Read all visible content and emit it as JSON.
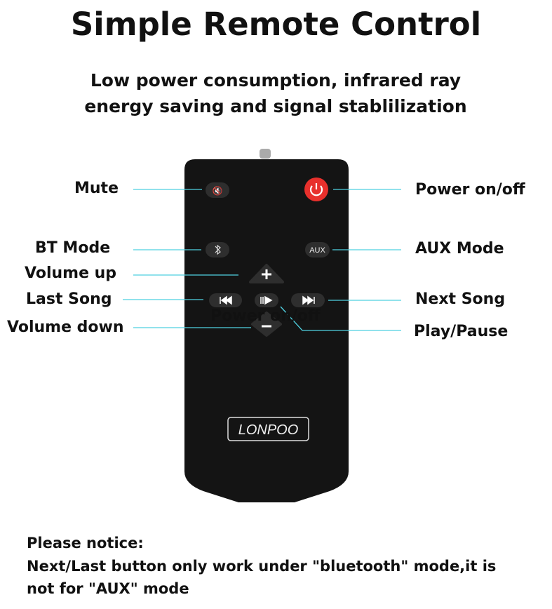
{
  "title": "Simple Remote Control",
  "subtitle": [
    "Low power consumption, infrared ray",
    "energy saving and signal stablilization"
  ],
  "labels": {
    "mute": "Mute",
    "power": "Power on/off",
    "bt": "BT Mode",
    "aux": "AUX Mode",
    "vol_up": "Volume up",
    "last": "Last Song",
    "next": "Next Song",
    "vol_down": "Volume down",
    "play": "Play/Pause",
    "overlay": "Power on/off"
  },
  "remote": {
    "brand": "LONPOO",
    "aux_button": "AUX",
    "body_color": "#141414",
    "power_color": "#e8302c",
    "line_color": "#4fd0e0"
  },
  "icons": [
    "mute-icon",
    "power-icon",
    "bluetooth-icon",
    "plus-icon",
    "previous-icon",
    "play-pause-icon",
    "next-icon",
    "minus-icon"
  ],
  "notice": [
    "Please notice:",
    "Next/Last button only work under \"bluetooth\" mode,it is",
    "not for \"AUX\" mode"
  ]
}
